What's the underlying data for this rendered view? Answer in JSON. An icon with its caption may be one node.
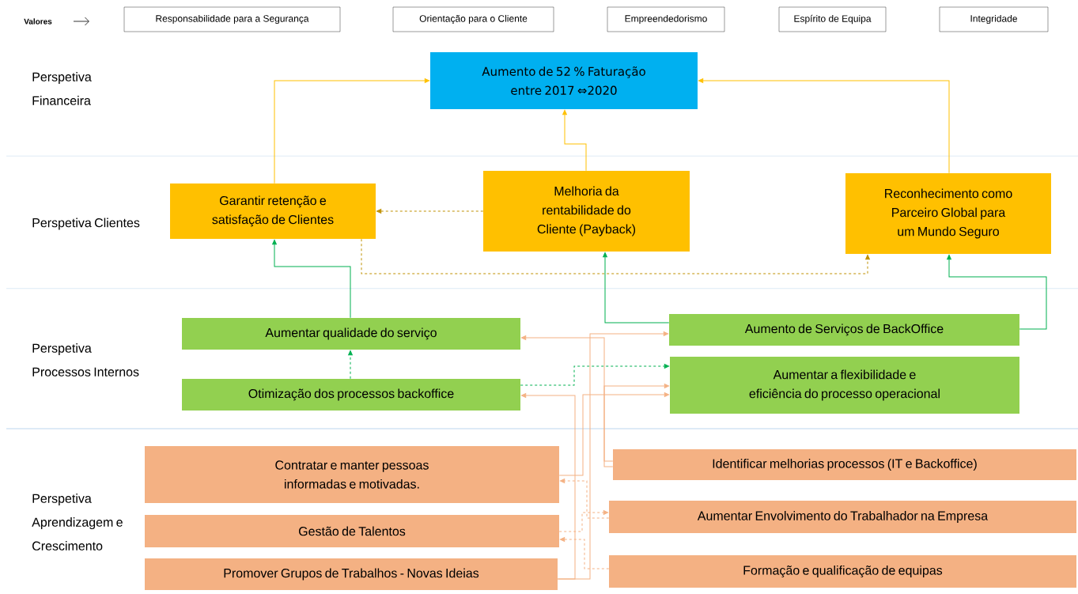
{
  "diagram": {
    "nodes": [
      {
        "text": [
          "Responsabilidade para a Segurança"
        ]
      },
      {
        "text": [
          "Orientação para o Cliente"
        ]
      },
      {
        "text": [
          "Empreendedorismo"
        ]
      },
      {
        "text": [
          "Espírito de Equipa"
        ]
      },
      {
        "text": [
          "Integridade"
        ]
      },
      {
        "text": [
          "Aumento de 52 % Faturação entre 2017 ⇔2020"
        ]
      },
      {
        "text": [
          "Garantir retenção e satisfação de Clientes"
        ]
      },
      {
        "text": [
          "Melhoria da rentabilidade do Cliente (Payback)"
        ]
      },
      {
        "text": [
          "Reconhecimento como Parceiro Global para um Mundo Seguro"
        ]
      },
      {
        "text": [
          "Aumentar qualidade do serviço"
        ]
      },
      {
        "text": [
          "Aumento de Serviços de BackOffice"
        ]
      },
      {
        "text": [
          "Otimização dos processos backoffice"
        ]
      },
      {
        "text": [
          "Aumentar a flexibilidade e eficiência do processo operacional"
        ]
      },
      {
        "text": [
          "Contratar e manter pessoas informadas e motivadas."
        ]
      },
      {
        "text": [
          "Identificar melhorias processos (IT e Backoffice)"
        ]
      },
      {
        "text": [
          "Gestão de Talentos"
        ]
      },
      {
        "text": [
          "Aumentar Envolvimento do Trabalhador na Empresa"
        ]
      },
      {
        "text": [
          "Promover Grupos de Trabalhos - Novas Ideias"
        ]
      },
      {
        "text": [
          "Formação e qualificação de equipas"
        ]
      }
    ],
    "edges": [
      {
        "from": 6,
        "to": 5,
        "arrow": "to",
        "color": "#ffc000"
      },
      {
        "from": 7,
        "to": 5,
        "arrow": "to",
        "color": "#ffc000"
      },
      {
        "from": 8,
        "to": 5,
        "arrow": "to",
        "color": "#ffc000"
      },
      {
        "from": 7,
        "to": 6,
        "arrow": "to",
        "style": "dashed",
        "color": "#bf9000"
      },
      {
        "from": 6,
        "to": 8,
        "arrow": "to",
        "style": "dashed",
        "color": "#bf9000"
      },
      {
        "from": 9,
        "to": 6,
        "arrow": "to",
        "color": "#00b050"
      },
      {
        "from": 11,
        "to": 9,
        "arrow": "to",
        "style": "dashed",
        "color": "#00b050"
      },
      {
        "from": 10,
        "to": 7,
        "arrow": "to",
        "color": "#00b050"
      },
      {
        "from": 10,
        "to": 8,
        "arrow": "to",
        "color": "#00b050"
      },
      {
        "from": 11,
        "to": 12,
        "arrow": "to",
        "style": "dashed",
        "color": "#00b050"
      },
      {
        "from": 14,
        "to": 9,
        "arrow": "to"
      },
      {
        "from": 14,
        "to": 12,
        "arrow": "to"
      },
      {
        "from": 17,
        "to": 10,
        "arrow": "to"
      },
      {
        "from": 17,
        "to": 11,
        "arrow": "to"
      },
      {
        "from": 13,
        "to": 12,
        "arrow": "to"
      },
      {
        "from": 16,
        "to": 13,
        "arrow": "to",
        "style": "dashed"
      },
      {
        "from": 15,
        "to": 16,
        "arrow": "to",
        "style": "dashed"
      },
      {
        "from": 18,
        "to": 15,
        "arrow": "to",
        "style": "dashed"
      }
    ],
    "labels": [
      "Valores",
      "Perspetiva Financeira",
      "Perspetiva Clientes",
      "Perspetiva Processos Internos",
      "Perspetiva Aprendizagem e Crescimento"
    ]
  }
}
